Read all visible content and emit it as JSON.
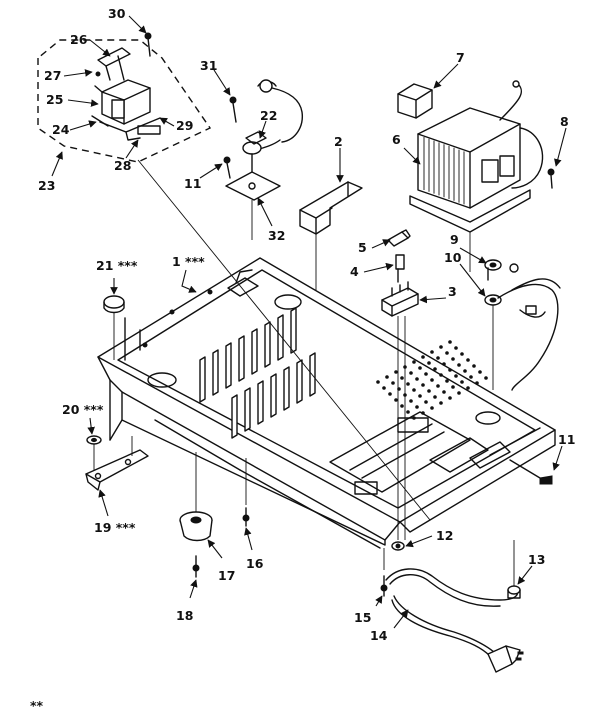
{
  "callouts": {
    "c1": "1 ***",
    "c2": "2",
    "c3": "3",
    "c4": "4",
    "c5": "5",
    "c6": "6",
    "c7": "7",
    "c8": "8",
    "c9": "9",
    "c10": "10",
    "c11a": "11",
    "c11b": "11",
    "c12": "12",
    "c13": "13",
    "c14": "14",
    "c15": "15",
    "c16": "16",
    "c17": "17",
    "c18": "18",
    "c19": "19 ***",
    "c20": "20 ***",
    "c21": "21 ***",
    "c22": "22",
    "c23": "23",
    "c24": "24",
    "c25": "25",
    "c26": "26",
    "c27": "27",
    "c28": "28",
    "c29": "29",
    "c30": "30",
    "c31": "31",
    "c32": "32"
  },
  "footer_mark": "**"
}
